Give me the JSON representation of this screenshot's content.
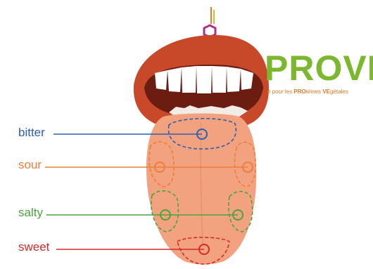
{
  "diagram": {
    "tastes": [
      {
        "key": "bitter",
        "label": "bitter",
        "color": "#2d5fb0"
      },
      {
        "key": "sour",
        "label": "sour",
        "color": "#ee7d3a"
      },
      {
        "key": "salty",
        "label": "salty",
        "color": "#4aa43d"
      },
      {
        "key": "sweet",
        "label": "sweet",
        "color": "#d42a2a"
      }
    ],
    "logo": {
      "text": "PROVE",
      "subtitle_prefix": "é pour les ",
      "subtitle_bold_1": "PRO",
      "subtitle_mid": "téines ",
      "subtitle_bold_2": "VE",
      "subtitle_suffix": "gétales",
      "color_primary": "#7cb82f",
      "color_secondary": "#e07b26"
    },
    "colors": {
      "lip": "#c8482a",
      "mouth": "#6b1d12",
      "tongue": "#f2a27f",
      "teeth": "#ffffff"
    }
  }
}
